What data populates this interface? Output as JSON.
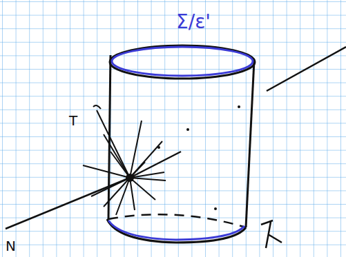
{
  "diagram": {
    "labels": [
      "Σ/ε'",
      "T",
      "N"
    ]
  }
}
